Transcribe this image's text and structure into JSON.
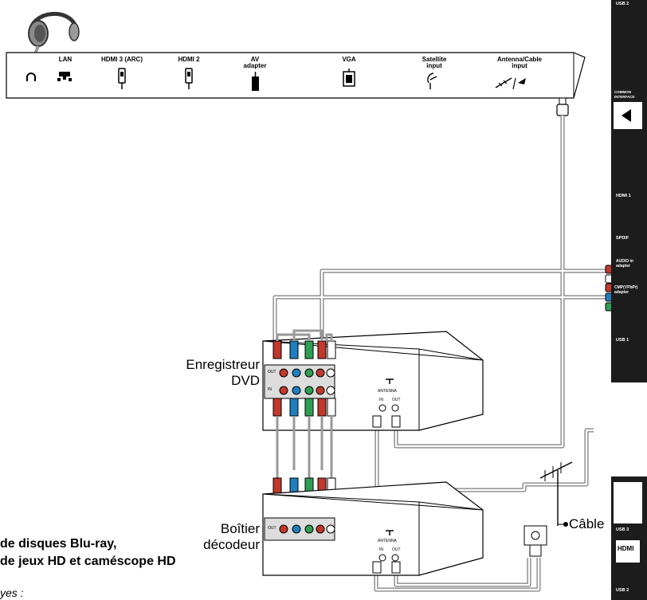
{
  "tv_panel": {
    "ports": [
      {
        "label": "",
        "icon": "headphone-jack-icon"
      },
      {
        "label": "LAN",
        "icon": "lan-port-icon"
      },
      {
        "label": "HDMI 3 (ARC)",
        "icon": "hdmi-plug-icon"
      },
      {
        "label": "HDMI 2",
        "icon": "hdmi-plug-icon"
      },
      {
        "label": "AV\nadapter",
        "icon": "av-adapter-icon"
      },
      {
        "label": "VGA",
        "icon": "vga-plug-icon"
      },
      {
        "label": "Satellite\ninput",
        "icon": "satellite-icon"
      },
      {
        "label": "Antenna/Cable\ninput",
        "icon": "antenna-icon"
      }
    ]
  },
  "side_panel": {
    "labels": {
      "usb2_top": "USB 2",
      "common_interface": "COMMON\nINTERFACE",
      "hdmi1": "HDMI 1",
      "spdif": "SPDIF",
      "audio_in": "AUDIO in\nadapter",
      "cmp": "CMP(YPbPr)\nadapter",
      "usb1": "USB 1",
      "usb3": "USB 3",
      "hdmi_logo": "HDMI",
      "usb2_bottom": "USB 2"
    }
  },
  "devices": {
    "dvd_recorder": "Enregistreur\nDVD",
    "set_top_box": "Boîtier\ndécodeur",
    "cable": "Câble",
    "jack_out": "OUT",
    "jack_in": "IN",
    "antenna": "ANTENNA",
    "ant_in": "IN",
    "ant_out": "OUT"
  },
  "caption": {
    "line1": "de disques Blu-ray,",
    "line2": "de jeux HD et caméscope HD",
    "line3": "yes :"
  }
}
